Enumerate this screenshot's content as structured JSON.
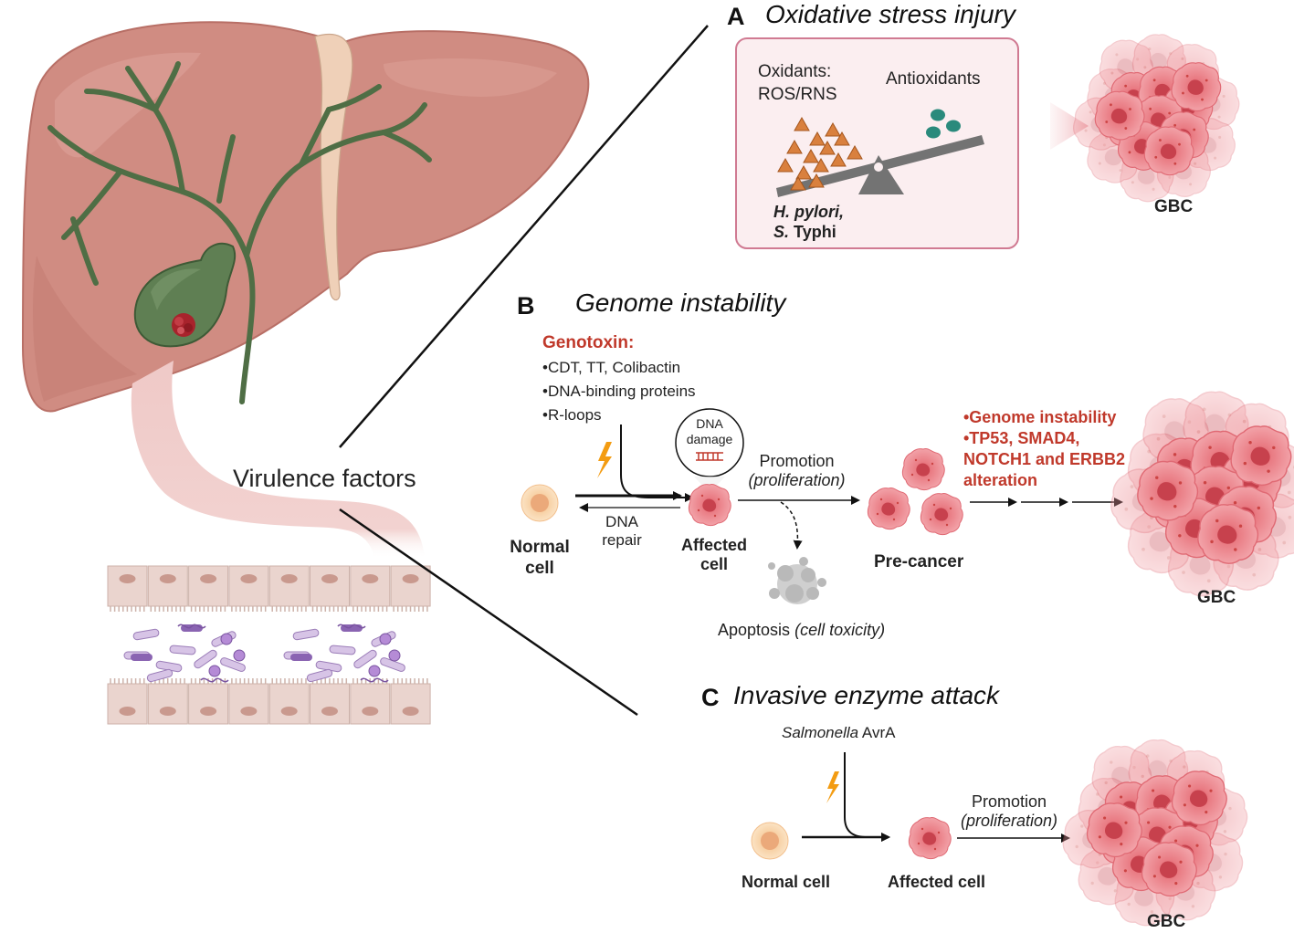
{
  "colors": {
    "liver": "#d18a80",
    "liver_dark": "#b66e64",
    "duct": "#4f6e45",
    "tumor_red": "#c0392b",
    "cell_pink": "#e9787f",
    "oxidant": "#d2691e",
    "antioxidant": "#2a8a7c",
    "panel_bg": "#fbeef0",
    "panel_border": "#d07a92",
    "normal_cell": "#f6cfa0"
  },
  "icons": [
    "liver-icon",
    "gallbladder-icon",
    "tumor-icon",
    "intestine-icon",
    "epithelium-icon",
    "bacteria-icon",
    "lightning-icon",
    "dna-icon",
    "cell-icon",
    "apoptotic-cell-icon",
    "seesaw-icon",
    "cancer-cluster-icon"
  ],
  "virulence_label": "Virulence factors",
  "panel_a": {
    "letter": "A",
    "title": "Oxidative stress injury",
    "oxidants_line1": "Oxidants:",
    "oxidants_line2": "ROS/RNS",
    "antioxidants": "Antioxidants",
    "pathogen1": "H. pylori,",
    "pathogen2_species": "S.",
    "pathogen2_name": "Typhi",
    "result": "GBC"
  },
  "panel_b": {
    "letter": "B",
    "title": "Genome instability",
    "genotoxin_title": "Genotoxin:",
    "genotoxin_items": [
      "•CDT, TT, Colibactin",
      "•DNA-binding proteins",
      "•R-loops"
    ],
    "dna_damage_line1": "DNA",
    "dna_damage_line2": "damage",
    "dna_repair_line1": "DNA",
    "dna_repair_line2": "repair",
    "normal_cell_line1": "Normal",
    "normal_cell_line2": "cell",
    "affected_line1": "Affected",
    "affected_line2": "cell",
    "promotion": "Promotion",
    "proliferation": "(proliferation)",
    "apoptosis": "Apoptosis",
    "apoptosis_note": "(cell toxicity)",
    "precancer": "Pre-cancer",
    "alterations": [
      "•Genome instability",
      "•TP53, SMAD4,",
      "NOTCH1 and ERBB2",
      "alteration"
    ],
    "result": "GBC"
  },
  "panel_c": {
    "letter": "C",
    "title": "Invasive enzyme attack",
    "enzyme_genus": "Salmonella",
    "enzyme_name": "AvrA",
    "normal_cell": "Normal cell",
    "affected_cell": "Affected cell",
    "promotion": "Promotion",
    "proliferation": "(proliferation)",
    "result": "GBC"
  }
}
